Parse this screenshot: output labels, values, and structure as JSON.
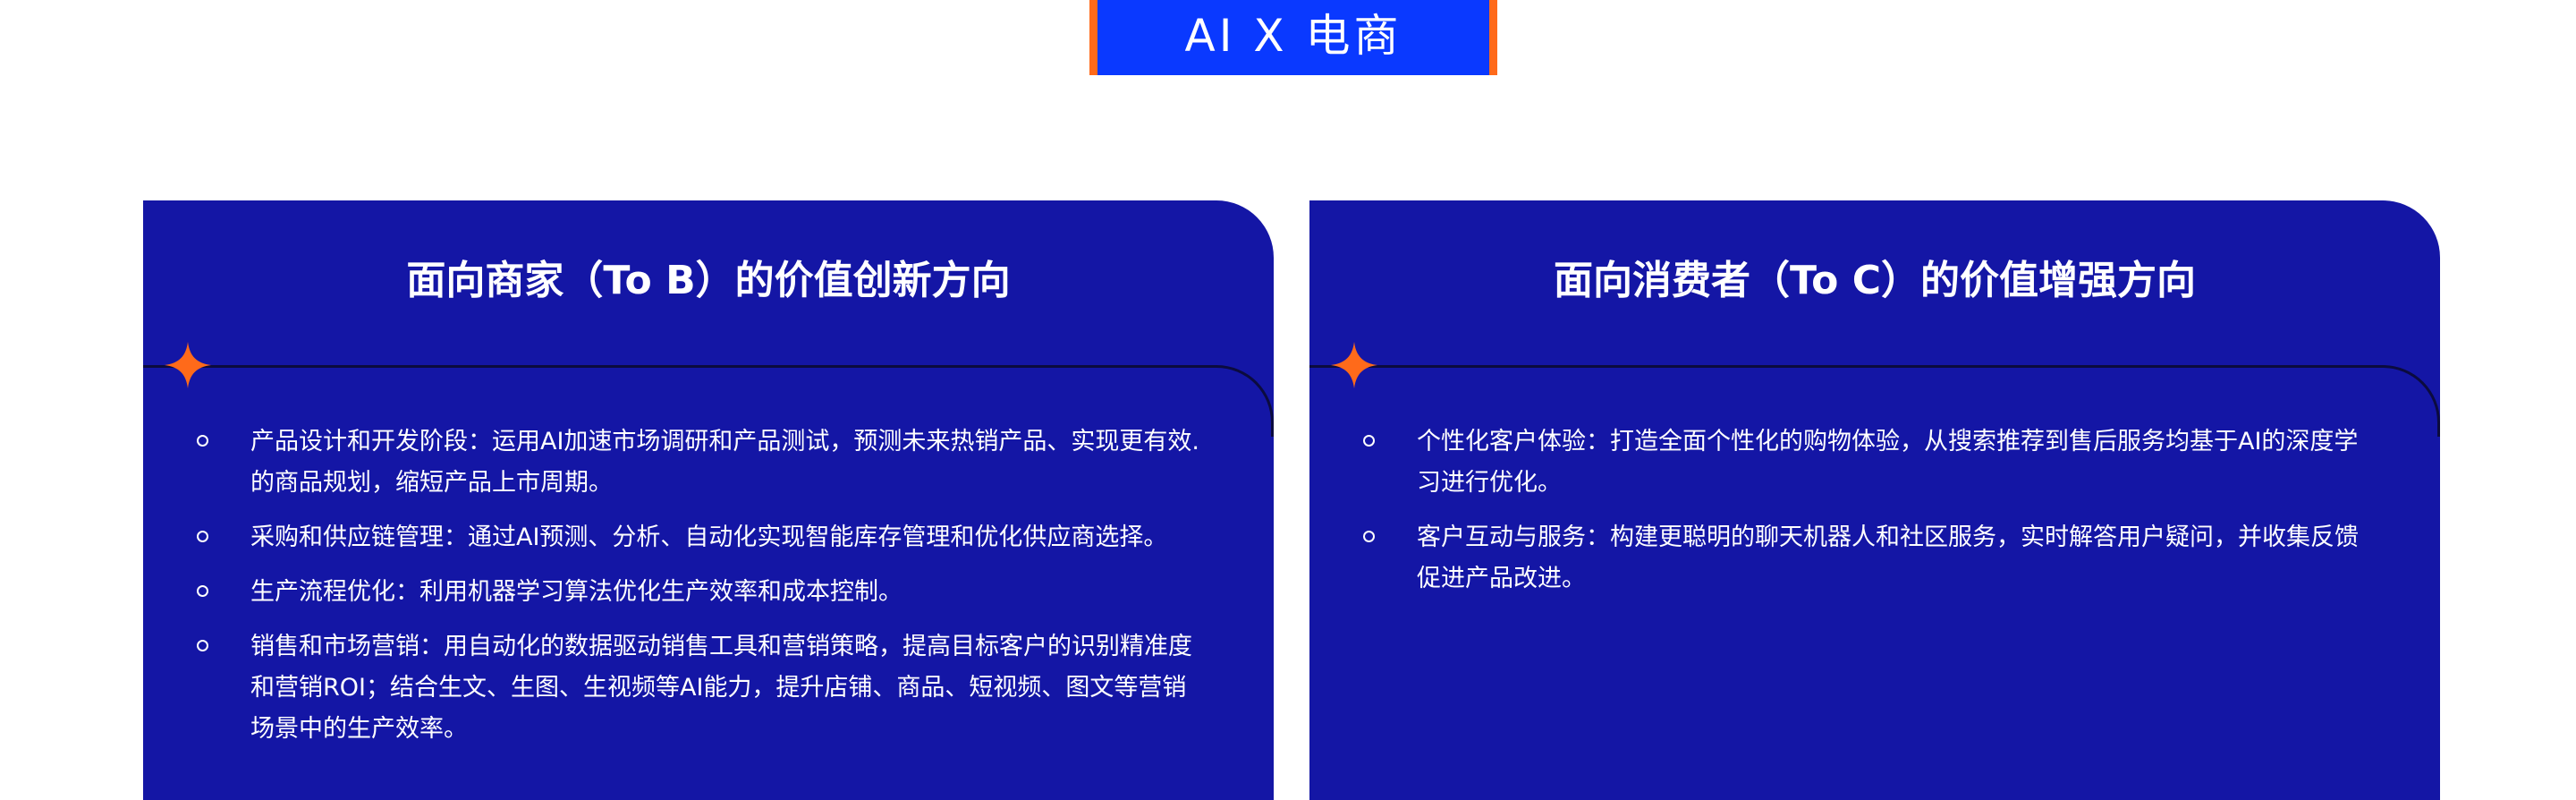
{
  "header": {
    "title": "AI X 电商"
  },
  "colors": {
    "accent_blue": "#0a39ff",
    "accent_orange": "#ff6a1a",
    "card_bg": "#1416a5"
  },
  "cards": [
    {
      "title": "面向商家（To B）的价值创新方向",
      "icon": "sparkle-star-icon",
      "items": [
        "产品设计和开发阶段：运用AI加速市场调研和产品测试，预测未来热销产品、实现更有效.的商品规划，缩短产品上市周期。",
        "采购和供应链管理：通过AI预测、分析、自动化实现智能库存管理和优化供应商选择。",
        "生产流程优化：利用机器学习算法优化生产效率和成本控制。",
        "销售和市场营销：用自动化的数据驱动销售工具和营销策略，提高目标客户的识别精准度和营销ROI；结合生文、生图、生视频等AI能力，提升店铺、商品、短视频、图文等营销场景中的生产效率。"
      ]
    },
    {
      "title": "面向消费者（To C）的价值增强方向",
      "icon": "sparkle-star-icon",
      "items": [
        "个性化客户体验：打造全面个性化的购物体验，从搜索推荐到售后服务均基于AI的深度学习进行优化。",
        "客户互动与服务：构建更聪明的聊天机器人和社区服务，实时解答用户疑问，并收集反馈促进产品改进。"
      ]
    }
  ]
}
